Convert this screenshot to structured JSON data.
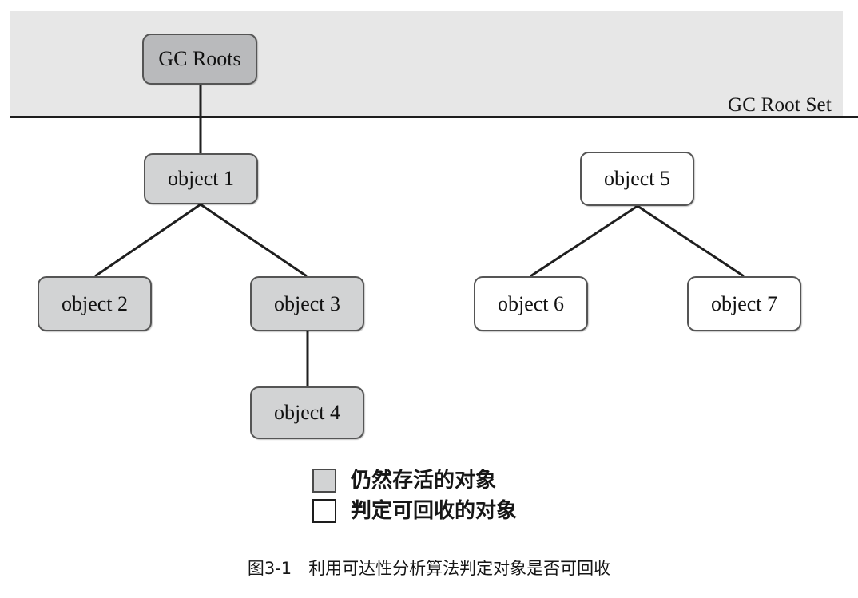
{
  "figure": {
    "caption": "图3-1　利用可达性分析算法判定对象是否可回收",
    "root_set": {
      "label": "GC Root Set",
      "band_color": "#e7e7e7",
      "rule_color": "#1d1d1d"
    },
    "colors": {
      "live_fill": "#d2d3d4",
      "root_fill": "#b9babc",
      "dead_fill": "#ffffff",
      "node_border": "#555555",
      "edge": "#1f1f1f"
    },
    "nodes": [
      {
        "id": "gc-roots",
        "label": "GC Roots",
        "state": "root"
      },
      {
        "id": "object-1",
        "label": "object 1",
        "state": "live"
      },
      {
        "id": "object-2",
        "label": "object 2",
        "state": "live"
      },
      {
        "id": "object-3",
        "label": "object 3",
        "state": "live"
      },
      {
        "id": "object-4",
        "label": "object 4",
        "state": "live"
      },
      {
        "id": "object-5",
        "label": "object 5",
        "state": "dead"
      },
      {
        "id": "object-6",
        "label": "object 6",
        "state": "dead"
      },
      {
        "id": "object-7",
        "label": "object 7",
        "state": "dead"
      }
    ],
    "edges": [
      {
        "from": "gc-roots",
        "to": "object-1"
      },
      {
        "from": "object-1",
        "to": "object-2"
      },
      {
        "from": "object-1",
        "to": "object-3"
      },
      {
        "from": "object-3",
        "to": "object-4"
      },
      {
        "from": "object-5",
        "to": "object-6"
      },
      {
        "from": "object-5",
        "to": "object-7"
      }
    ],
    "legend": [
      {
        "swatch": "live",
        "label": "仍然存活的对象"
      },
      {
        "swatch": "dead",
        "label": "判定可回收的对象"
      }
    ]
  }
}
